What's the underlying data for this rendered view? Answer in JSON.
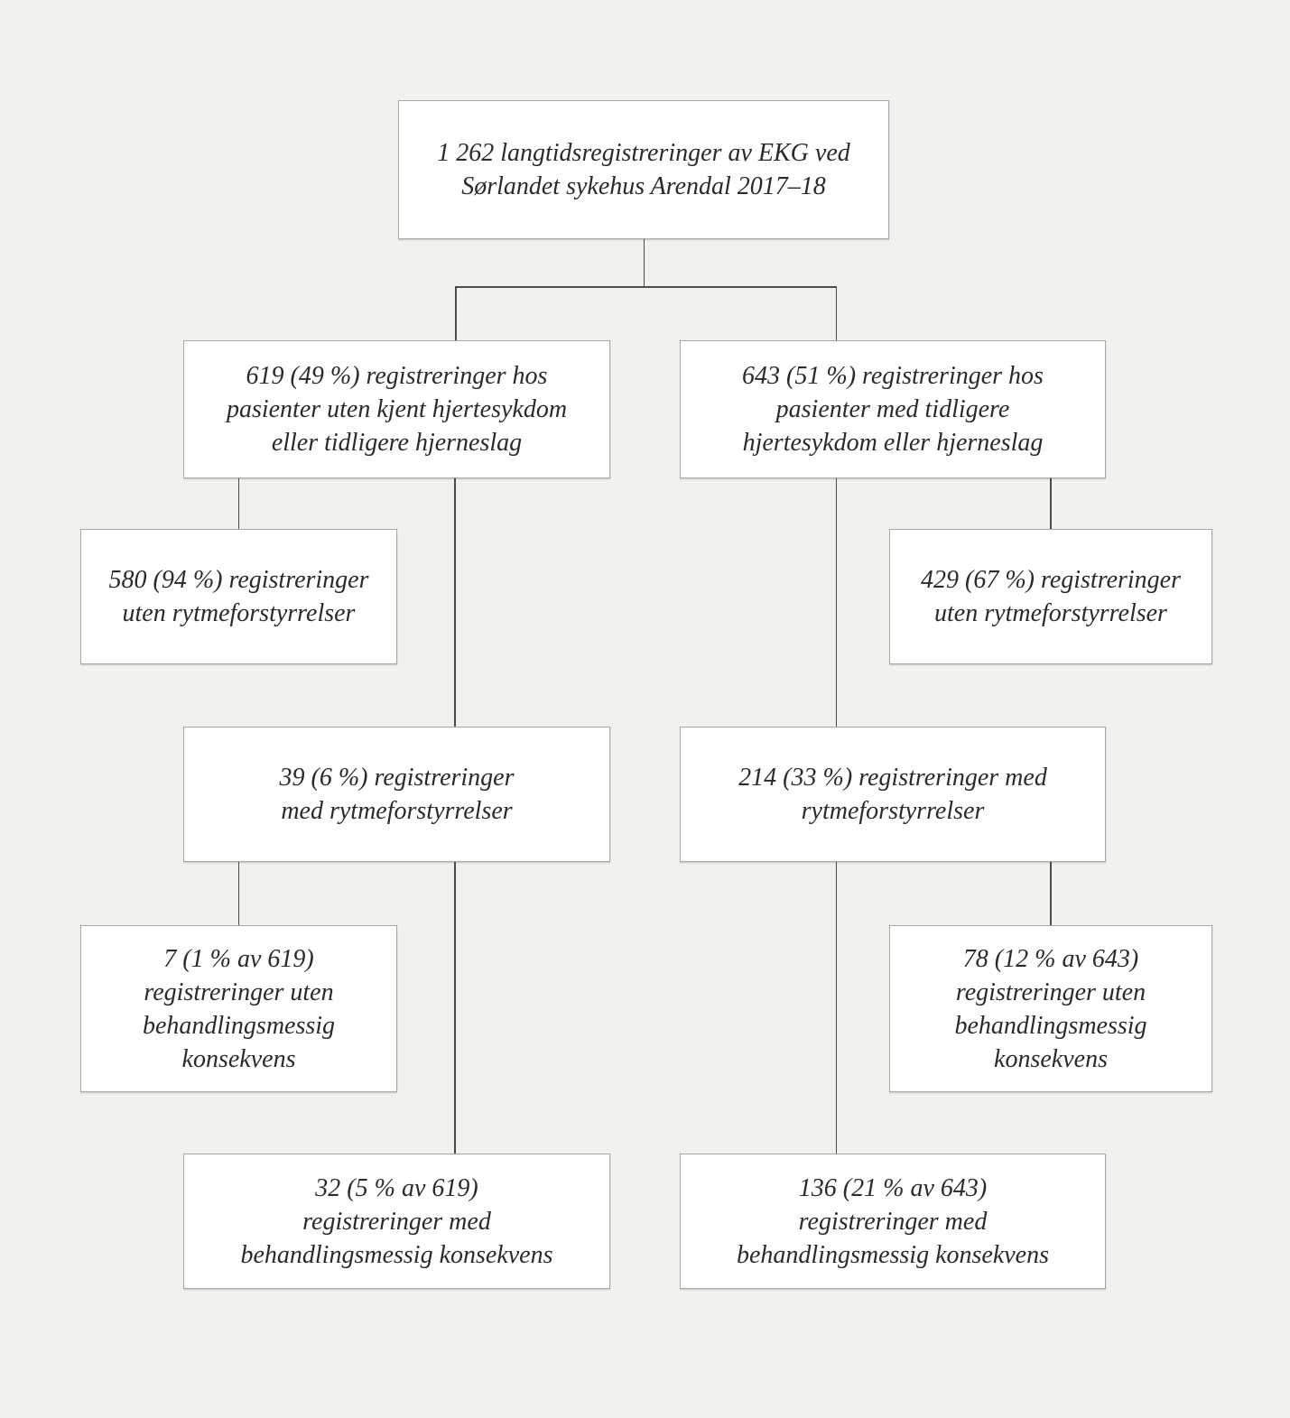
{
  "colors": {
    "page_background": "#f2f1ee",
    "box_fill": "#ffffff",
    "box_border": "#a9a7a4",
    "connector": "#4c4c4c",
    "text": "#2b2a28"
  },
  "boxes": {
    "root": {
      "lines": [
        "1 262 langtidsregistreringer av EKG ved",
        "Sørlandet sykehus Arendal 2017–18"
      ]
    },
    "left_group": {
      "lines": [
        "619 (49 %) registreringer hos",
        "pasienter uten kjent hjertesykdom",
        "eller tidligere hjerneslag"
      ]
    },
    "right_group": {
      "lines": [
        "643 (51 %) registreringer hos",
        "pasienter med tidligere",
        "hjertesykdom eller hjerneslag"
      ]
    },
    "left_without_arrhythmia": {
      "lines": [
        "580 (94 %) registreringer",
        "uten rytmeforstyrrelser"
      ]
    },
    "right_without_arrhythmia": {
      "lines": [
        "429 (67 %) registreringer",
        "uten rytmeforstyrrelser"
      ]
    },
    "left_with_arrhythmia": {
      "lines": [
        "39 (6 %) registreringer",
        "med rytmeforstyrrelser"
      ]
    },
    "right_with_arrhythmia": {
      "lines": [
        "214 (33 %) registreringer med",
        "rytmeforstyrrelser"
      ]
    },
    "left_without_consequence": {
      "lines": [
        "7 (1 % av 619)",
        "registreringer uten",
        "behandlingsmessig",
        "konsekvens"
      ]
    },
    "right_without_consequence": {
      "lines": [
        "78 (12 % av 643)",
        "registreringer uten",
        "behandlingsmessig",
        "konsekvens"
      ]
    },
    "left_with_consequence": {
      "lines": [
        "32 (5 % av 619)",
        "registreringer med",
        "behandlingsmessig konsekvens"
      ]
    },
    "right_with_consequence": {
      "lines": [
        "136 (21 % av 643)",
        "registreringer med",
        "behandlingsmessig konsekvens"
      ]
    }
  }
}
